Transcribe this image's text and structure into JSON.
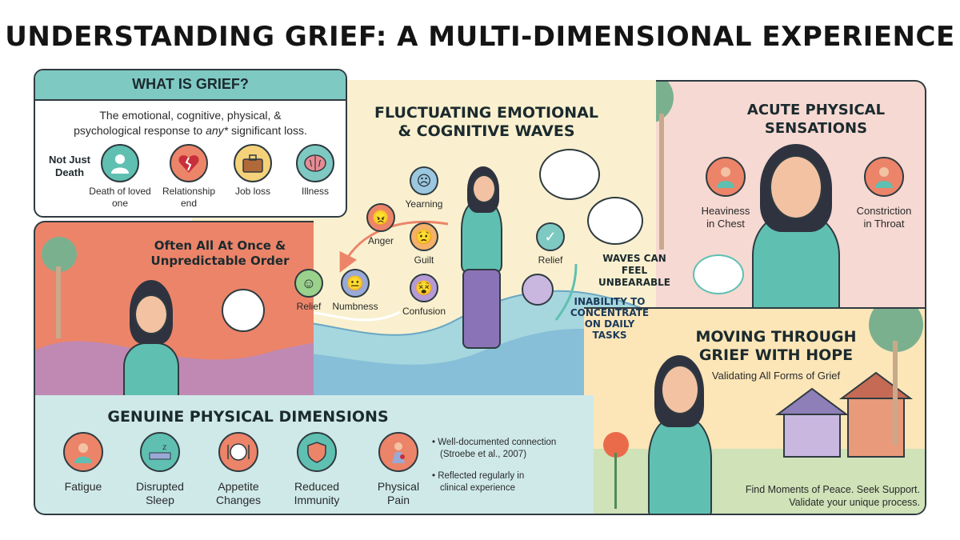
{
  "title": "UNDERSTANDING GRIEF: A MULTI-DIMENSIONAL EXPERIENCE",
  "what_is_grief": {
    "heading": "WHAT IS GRIEF?",
    "description_part1": "The emotional, cognitive, physical, &",
    "description_part2_pre": "psychological response to ",
    "description_emph": "any*",
    "description_part2_post": " significant loss.",
    "not_just_label": "Not Just Death",
    "losses": [
      {
        "label": "Death of loved one",
        "icon": "person-icon",
        "color": "#5fc0b2"
      },
      {
        "label": "Relationship end",
        "icon": "broken-heart-icon",
        "color": "#ec8469"
      },
      {
        "label": "Job loss",
        "icon": "briefcase-icon",
        "color": "#f5d27a"
      },
      {
        "label": "Illness",
        "icon": "brain-icon",
        "color": "#7fc9c3"
      }
    ]
  },
  "left_panel": {
    "heading": "Often All At Once & Unpredictable Order"
  },
  "center_panel": {
    "heading_line1": "FLUCTUATING EMOTIONAL",
    "heading_line2": "& COGNITIVE WAVES",
    "emotions": [
      {
        "label": "Yearning",
        "icon": "sad-face-icon",
        "color": "#9cc7e0"
      },
      {
        "label": "Anger",
        "icon": "angry-face-icon",
        "color": "#ec8469"
      },
      {
        "label": "Guilt",
        "icon": "worried-face-icon",
        "color": "#f4b16a"
      },
      {
        "label": "Relief",
        "icon": "smile-face-icon",
        "color": "#9ad18c"
      },
      {
        "label": "Numbness",
        "icon": "neutral-face-icon",
        "color": "#9aaad6"
      },
      {
        "label": "Confusion",
        "icon": "dizzy-face-icon",
        "color": "#b59ad6"
      },
      {
        "label": "Relief",
        "icon": "check-icon",
        "color": "#7fc9c3"
      }
    ],
    "waves_note": "WAVES CAN FEEL UNBEARABLE",
    "concentrate_note": "INABILITY TO CONCENTRATE ON DAILY TASKS"
  },
  "right_panel": {
    "heading_line1": "ACUTE PHYSICAL",
    "heading_line2": "SENSATIONS",
    "sensations": [
      {
        "label_line1": "Heaviness",
        "label_line2": "in Chest"
      },
      {
        "label_line1": "Constriction",
        "label_line2": "in Throat"
      }
    ]
  },
  "hope_panel": {
    "heading_line1": "MOVING THROUGH",
    "heading_line2": "GRIEF WITH HOPE",
    "subtitle": "Validating All Forms of Grief",
    "footer_line1": "Find Moments of Peace. Seek Support.",
    "footer_line2": "Validate your unique process."
  },
  "physical_panel": {
    "heading": "GENUINE PHYSICAL DIMENSIONS",
    "symptoms": [
      {
        "label_line1": "Fatigue",
        "label_line2": "",
        "icon": "tired-person-icon",
        "color": "#ec8469"
      },
      {
        "label_line1": "Disrupted",
        "label_line2": "Sleep",
        "icon": "sleep-icon",
        "color": "#5fc0b2"
      },
      {
        "label_line1": "Appetite",
        "label_line2": "Changes",
        "icon": "plate-icon",
        "color": "#ec8469"
      },
      {
        "label_line1": "Reduced",
        "label_line2": "Immunity",
        "icon": "shield-icon",
        "color": "#5fc0b2"
      },
      {
        "label_line1": "Physical",
        "label_line2": "Pain",
        "icon": "pain-icon",
        "color": "#ec8469"
      }
    ],
    "notes": [
      {
        "line1": "Well-documented connection",
        "line2": "(Stroebe et al., 2007)"
      },
      {
        "line1": "Reflected regularly in",
        "line2": "clinical experience"
      }
    ]
  }
}
